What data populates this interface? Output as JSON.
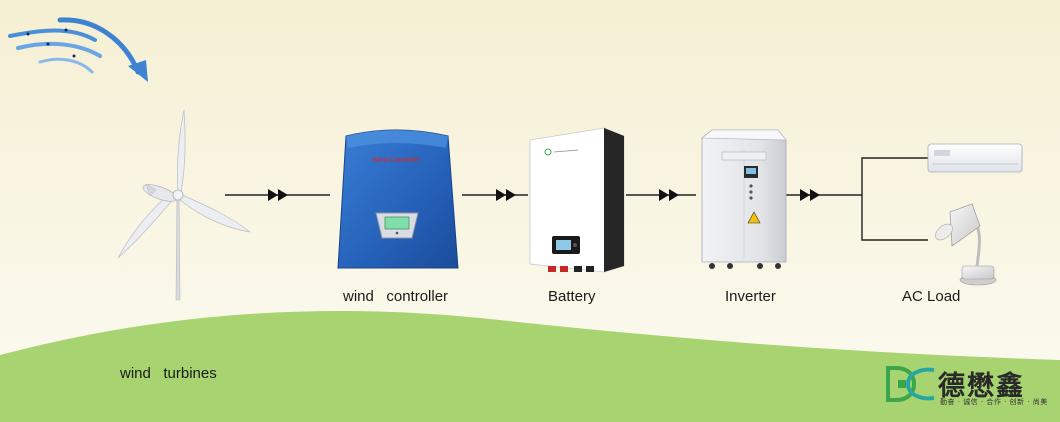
{
  "colors": {
    "sky_top": "#f6f2dc",
    "sky_bottom": "#fbfaf1",
    "ground": "#a6d46f",
    "wind_arrow": "#4a90d9",
    "controller_blue": "#2a66c4",
    "controller_text": "#e0241b",
    "battery_dark": "#222222",
    "lcd_green": "#7ee0a8",
    "brand_green": "#3aa54a",
    "brand_teal": "#2aa6a0"
  },
  "diagram": {
    "nodes": [
      {
        "id": "wind-turbine",
        "label": "wind   turbines"
      },
      {
        "id": "wind-controller",
        "label": "wind   controller",
        "device_text": "Wind  Controller"
      },
      {
        "id": "battery",
        "label": "Battery"
      },
      {
        "id": "inverter",
        "label": "Inverter"
      },
      {
        "id": "ac-load",
        "label": "AC Load"
      }
    ],
    "edges": [
      {
        "from": "wind-turbine",
        "to": "wind-controller"
      },
      {
        "from": "wind-controller",
        "to": "battery"
      },
      {
        "from": "battery",
        "to": "inverter"
      },
      {
        "from": "inverter",
        "to": "ac-load"
      }
    ],
    "load_items": [
      "air-conditioner",
      "table-lamp"
    ],
    "connector_icon": "double-triangle-arrow-icon"
  },
  "brand": {
    "name": "德懋鑫",
    "tagline": "勤奋 · 诚信 · 合作 · 创新 · 尚美"
  }
}
